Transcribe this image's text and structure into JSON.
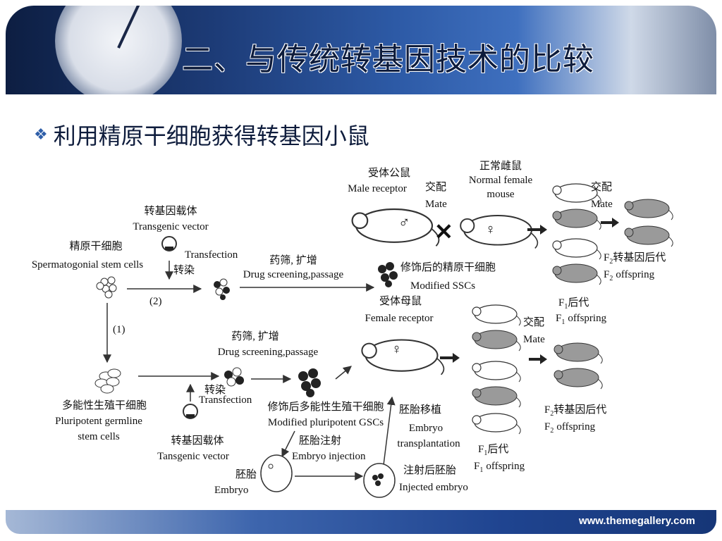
{
  "slide": {
    "title": "二、与传统转基因技术的比较",
    "bullet": "利用精原干细胞获得转基因小鼠",
    "footer_url": "www.themegallery.com"
  },
  "diagram": {
    "vector_top_cn": "转基因载体",
    "vector_top_en": "Transgenic vector",
    "ssc_cn": "精原干细胞",
    "ssc_en": "Spermatogonial stem cells",
    "transfection": "Transfection",
    "zhuanran": "转染",
    "route2": "(2)",
    "route1": "(1)",
    "drug_cn": "药筛, 扩增",
    "drug_en": "Drug screening,passage",
    "male_cn": "受体公鼠",
    "male_en": "Male receptor",
    "normal_cn": "正常雌鼠",
    "normal_en1": "Normal female",
    "normal_en2": "mouse",
    "mate_cn": "交配",
    "mate_en": "Mate",
    "modified_ssc_cn": "修饰后的精原干细胞",
    "modified_ssc_en": "Modified SSCs",
    "female_cn": "受体母鼠",
    "female_en": "Female receptor",
    "f2_cn": "转基因后代",
    "f2_en": "offspring",
    "f1_cn": "后代",
    "f1_en": "offspring",
    "pgsc_cn": "多能性生殖干细胞",
    "pgsc_en1": "Pluripotent germline",
    "pgsc_en2": "stem cells",
    "vector_bot_cn": "转基因载体",
    "vector_bot_en": "Tansgenic vector",
    "mod_pgsc_cn": "修饰后多能性生殖干细胞",
    "mod_pgsc_en": "Modified pluripotent GSCs",
    "embryo_inj_cn": "胚胎注射",
    "embryo_inj_en": "Embryo injection",
    "embryo_trans_cn": "胚胎移植",
    "embryo_trans_en1": "Embryo",
    "embryo_trans_en2": "transplantation",
    "embryo_cn": "胚胎",
    "embryo_en": "Embryo",
    "injected_cn": "注射后胚胎",
    "injected_en": "Injected embryo"
  }
}
